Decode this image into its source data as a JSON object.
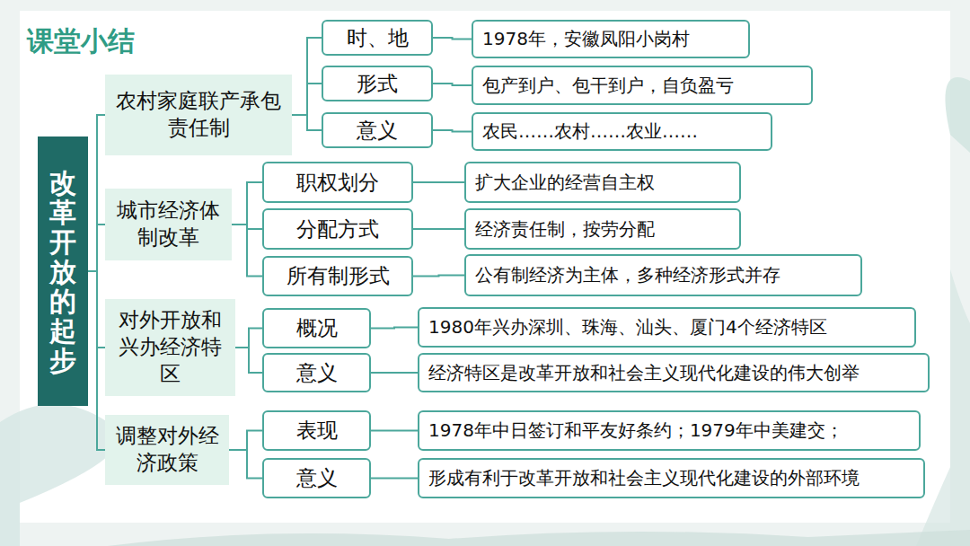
{
  "diagram": {
    "title": "课堂小结",
    "nodes": [
      {
        "text": [
          "改革开放的起步"
        ]
      },
      {
        "text": [
          "农村家庭联产承包责任制"
        ]
      },
      {
        "text": [
          "时、地"
        ]
      },
      {
        "text": [
          "1978年，安徽凤阳小岗村"
        ]
      },
      {
        "text": [
          "形式"
        ]
      },
      {
        "text": [
          "包产到户、包干到户，自负盈亏"
        ]
      },
      {
        "text": [
          "意义"
        ]
      },
      {
        "text": [
          "农民……农村……农业……"
        ]
      },
      {
        "text": [
          "城市经济体制改革"
        ]
      },
      {
        "text": [
          "职权划分"
        ]
      },
      {
        "text": [
          "扩大企业的经营自主权"
        ]
      },
      {
        "text": [
          "分配方式"
        ]
      },
      {
        "text": [
          "经济责任制，按劳分配"
        ]
      },
      {
        "text": [
          "所有制形式"
        ]
      },
      {
        "text": [
          "公有制经济为主体，多种经济形式并存"
        ]
      },
      {
        "text": [
          "对外开放和兴办经济特区"
        ]
      },
      {
        "text": [
          "概况"
        ]
      },
      {
        "text": [
          "1980年兴办深圳、珠海、汕头、厦门4个经济特区"
        ]
      },
      {
        "text": [
          "意义"
        ]
      },
      {
        "text": [
          "经济特区是改革开放和社会主义现代化建设的伟大创举"
        ]
      },
      {
        "text": [
          "调整对外经济政策"
        ]
      },
      {
        "text": [
          "表现"
        ]
      },
      {
        "text": [
          "1978年中日签订和平友好条约；1979年中美建交；"
        ]
      },
      {
        "text": [
          "意义"
        ]
      },
      {
        "text": [
          "形成有利于改革开放和社会主义现代化建设的外部环境"
        ]
      }
    ],
    "edges": [
      {
        "from": 0,
        "to": 1,
        "arrow": "none"
      },
      {
        "from": 0,
        "to": 8,
        "arrow": "none"
      },
      {
        "from": 0,
        "to": 15,
        "arrow": "none"
      },
      {
        "from": 0,
        "to": 20,
        "arrow": "none"
      },
      {
        "from": 1,
        "to": 2,
        "arrow": "none"
      },
      {
        "from": 1,
        "to": 4,
        "arrow": "none"
      },
      {
        "from": 1,
        "to": 6,
        "arrow": "none"
      },
      {
        "from": 2,
        "to": 3,
        "arrow": "none"
      },
      {
        "from": 4,
        "to": 5,
        "arrow": "none"
      },
      {
        "from": 6,
        "to": 7,
        "arrow": "none"
      },
      {
        "from": 8,
        "to": 9,
        "arrow": "none"
      },
      {
        "from": 8,
        "to": 11,
        "arrow": "none"
      },
      {
        "from": 8,
        "to": 13,
        "arrow": "none"
      },
      {
        "from": 9,
        "to": 10,
        "arrow": "none"
      },
      {
        "from": 11,
        "to": 12,
        "arrow": "none"
      },
      {
        "from": 13,
        "to": 14,
        "arrow": "none"
      },
      {
        "from": 15,
        "to": 16,
        "arrow": "none"
      },
      {
        "from": 15,
        "to": 18,
        "arrow": "none"
      },
      {
        "from": 16,
        "to": 17,
        "arrow": "none"
      },
      {
        "from": 18,
        "to": 19,
        "arrow": "none"
      },
      {
        "from": 20,
        "to": 21,
        "arrow": "none"
      },
      {
        "from": 20,
        "to": 23,
        "arrow": "none"
      },
      {
        "from": 21,
        "to": 22,
        "arrow": "none"
      },
      {
        "from": 23,
        "to": 24,
        "arrow": "none"
      }
    ]
  }
}
